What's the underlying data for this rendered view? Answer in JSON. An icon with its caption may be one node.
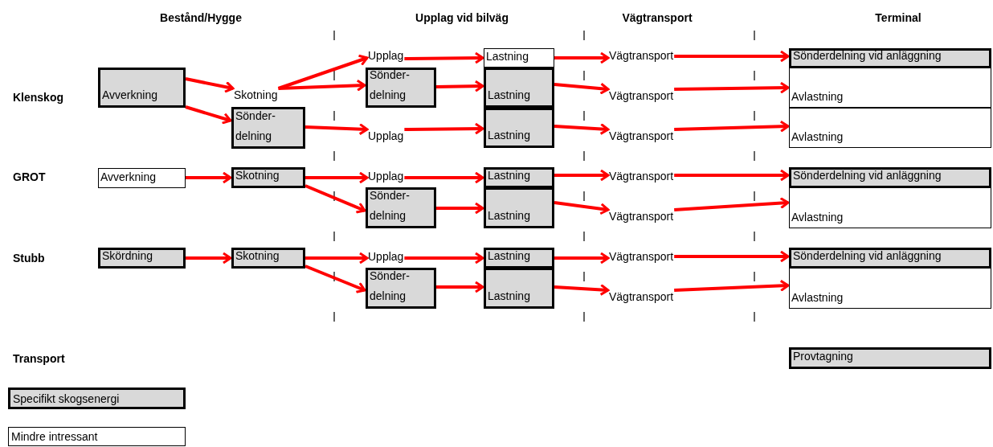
{
  "diagram": {
    "nodes": [
      {
        "text": [
          "Avverkning"
        ]
      },
      {
        "text": [
          "Skotning"
        ]
      },
      {
        "text": [
          "Sönder-delning"
        ]
      },
      {
        "text": [
          "Upplag"
        ]
      },
      {
        "text": [
          "Sönder-delning"
        ]
      },
      {
        "text": [
          "Upplag"
        ]
      },
      {
        "text": [
          "Lastning"
        ]
      },
      {
        "text": [
          "Lastning"
        ]
      },
      {
        "text": [
          "Lastning"
        ]
      },
      {
        "text": [
          "Vägtransport"
        ]
      },
      {
        "text": [
          "Vägtransport"
        ]
      },
      {
        "text": [
          "Vägtransport"
        ]
      },
      {
        "text": [
          "Sönderdelning vid anläggning"
        ]
      },
      {
        "text": [
          "Avlastning"
        ]
      },
      {
        "text": [
          "Avlastning"
        ]
      },
      {
        "text": [
          "Avverkning"
        ]
      },
      {
        "text": [
          "Skotning"
        ]
      },
      {
        "text": [
          "Upplag"
        ]
      },
      {
        "text": [
          "Sönder-delning"
        ]
      },
      {
        "text": [
          "Lastning"
        ]
      },
      {
        "text": [
          "Lastning"
        ]
      },
      {
        "text": [
          "Vägtransport"
        ]
      },
      {
        "text": [
          "Vägtransport"
        ]
      },
      {
        "text": [
          "Sönderdelning vid anläggning"
        ]
      },
      {
        "text": [
          "Avlastning"
        ]
      },
      {
        "text": [
          "Skördning"
        ]
      },
      {
        "text": [
          "Skotning"
        ]
      },
      {
        "text": [
          "Upplag"
        ]
      },
      {
        "text": [
          "Sönder-delning"
        ]
      },
      {
        "text": [
          "Lastning"
        ]
      },
      {
        "text": [
          "Lastning"
        ]
      },
      {
        "text": [
          "Vägtransport"
        ]
      },
      {
        "text": [
          "Vägtransport"
        ]
      },
      {
        "text": [
          "Sönderdelning vid anläggning"
        ]
      },
      {
        "text": [
          "Avlastning"
        ]
      },
      {
        "text": [
          "Provtagning"
        ]
      }
    ],
    "edges": [
      {
        "from": 0,
        "to": 1,
        "arrow": "to"
      },
      {
        "from": 0,
        "to": 2,
        "arrow": "to"
      },
      {
        "from": 1,
        "to": 3,
        "arrow": "to"
      },
      {
        "from": 1,
        "to": 4,
        "arrow": "to"
      },
      {
        "from": 2,
        "to": 5,
        "arrow": "to"
      },
      {
        "from": 3,
        "to": 6,
        "arrow": "to"
      },
      {
        "from": 4,
        "to": 7,
        "arrow": "to"
      },
      {
        "from": 5,
        "to": 8,
        "arrow": "to"
      },
      {
        "from": 6,
        "to": 9,
        "arrow": "to"
      },
      {
        "from": 7,
        "to": 10,
        "arrow": "to"
      },
      {
        "from": 8,
        "to": 11,
        "arrow": "to"
      },
      {
        "from": 9,
        "to": 12,
        "arrow": "to"
      },
      {
        "from": 10,
        "to": 13,
        "arrow": "to"
      },
      {
        "from": 11,
        "to": 14,
        "arrow": "to"
      },
      {
        "from": 15,
        "to": 16,
        "arrow": "to"
      },
      {
        "from": 16,
        "to": 17,
        "arrow": "to"
      },
      {
        "from": 16,
        "to": 18,
        "arrow": "to"
      },
      {
        "from": 17,
        "to": 19,
        "arrow": "to"
      },
      {
        "from": 18,
        "to": 20,
        "arrow": "to"
      },
      {
        "from": 19,
        "to": 21,
        "arrow": "to"
      },
      {
        "from": 20,
        "to": 22,
        "arrow": "to"
      },
      {
        "from": 21,
        "to": 23,
        "arrow": "to"
      },
      {
        "from": 22,
        "to": 24,
        "arrow": "to"
      },
      {
        "from": 25,
        "to": 26,
        "arrow": "to"
      },
      {
        "from": 26,
        "to": 27,
        "arrow": "to"
      },
      {
        "from": 26,
        "to": 28,
        "arrow": "to"
      },
      {
        "from": 27,
        "to": 29,
        "arrow": "to"
      },
      {
        "from": 28,
        "to": 30,
        "arrow": "to"
      },
      {
        "from": 29,
        "to": 31,
        "arrow": "to"
      },
      {
        "from": 30,
        "to": 32,
        "arrow": "to"
      },
      {
        "from": 31,
        "to": 33,
        "arrow": "to"
      },
      {
        "from": 32,
        "to": 34,
        "arrow": "to"
      }
    ],
    "labels": [
      "Bestånd/Hygge",
      "Upplag vid bilväg",
      "Vägtransport",
      "Terminal",
      "Klenskog",
      "GROT",
      "Stubb",
      "Transport"
    ],
    "legend": [
      {
        "text": "Specifikt skogsenergi",
        "color": "#d9d9d9"
      },
      {
        "text": "Mindre intressant",
        "color": "#ffffff"
      }
    ]
  }
}
